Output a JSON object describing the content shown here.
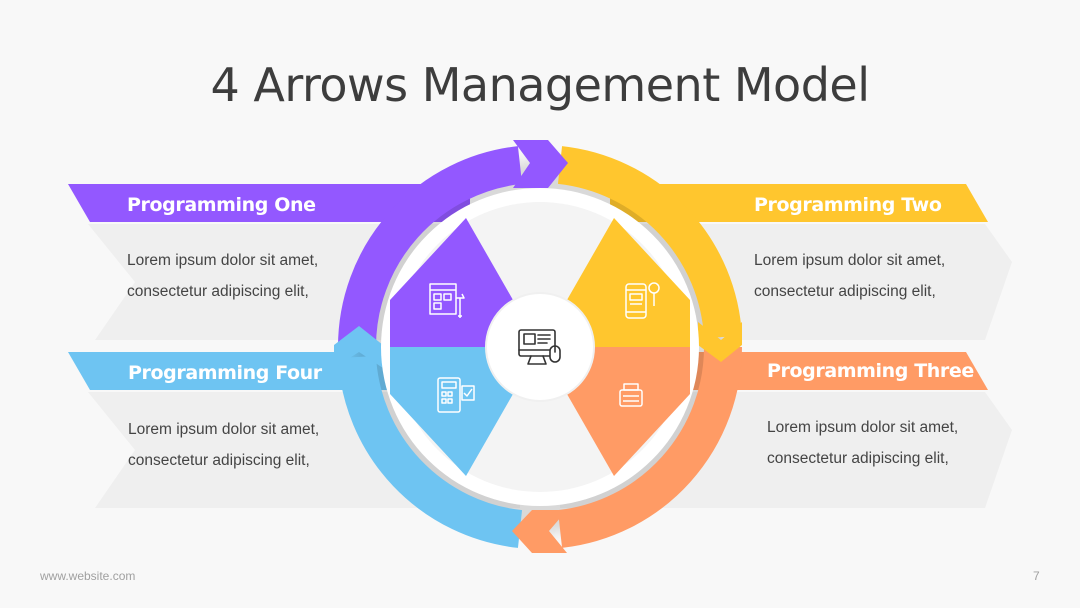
{
  "slide": {
    "title": "4 Arrows Management Model",
    "footer_url": "www.website.com",
    "page_number": "7"
  },
  "colors": {
    "purple": "#9358ff",
    "yellow": "#ffc62e",
    "orange": "#ff9b65",
    "blue": "#6ec4f2",
    "panel": "#efefef",
    "background": "#f8f8f8"
  },
  "sections": [
    {
      "title": "Programming One",
      "line1": "Lorem ipsum dolor sit amet,",
      "line2": "consectetur adipiscing elit,",
      "icon": "web-tools-icon"
    },
    {
      "title": "Programming Two",
      "line1": "Lorem ipsum dolor sit amet,",
      "line2": "consectetur adipiscing elit,",
      "icon": "mobile-settings-icon"
    },
    {
      "title": "Programming Three",
      "line1": "Lorem ipsum dolor sit amet,",
      "line2": "consectetur adipiscing elit,",
      "icon": "keyboard-icon"
    },
    {
      "title": "Programming Four",
      "line1": "Lorem ipsum dolor sit amet,",
      "line2": "consectetur adipiscing elit,",
      "icon": "calculator-check-icon"
    }
  ],
  "center": {
    "icon": "computer-mouse-icon"
  }
}
